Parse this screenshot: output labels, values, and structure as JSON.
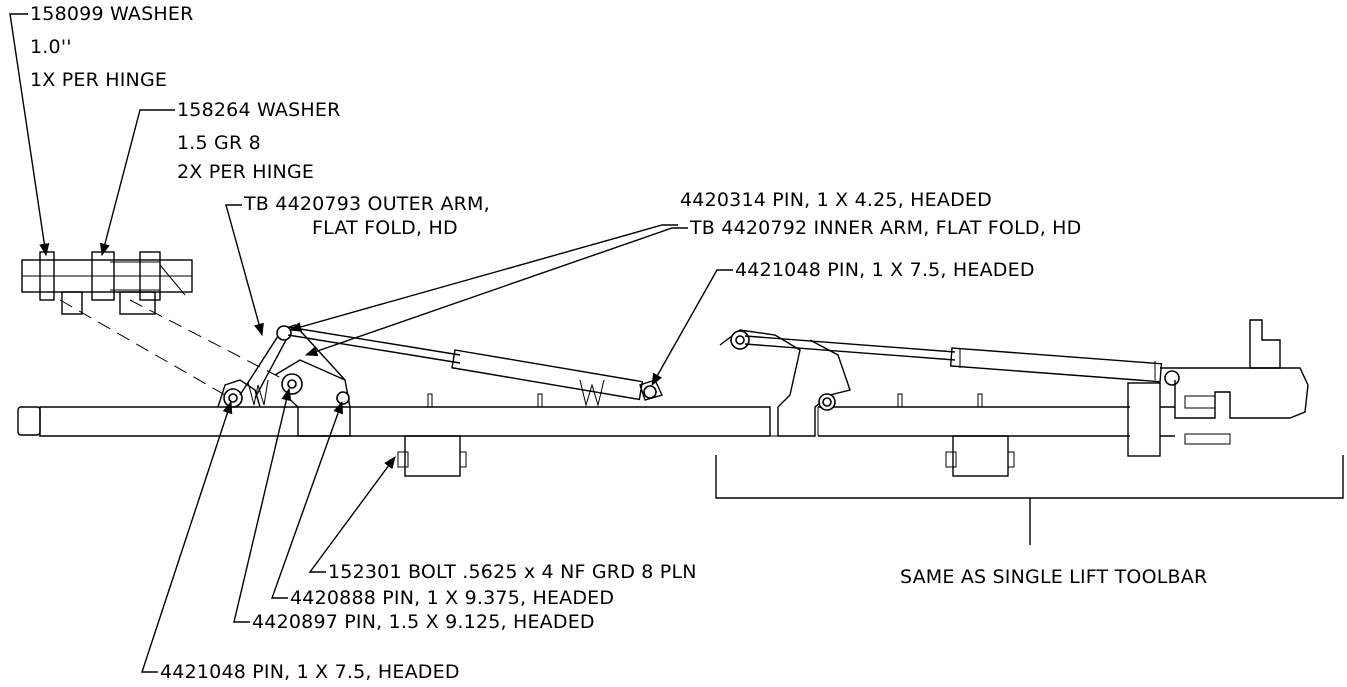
{
  "callouts": {
    "washer_158099": [
      "158099 WASHER",
      "1.0''",
      "1X PER HINGE"
    ],
    "washer_158264": [
      "158264 WASHER",
      "1.5 GR 8",
      "2X PER HINGE"
    ],
    "outer_arm": [
      "TB 4420793 OUTER ARM,",
      "FLAT FOLD, HD"
    ],
    "pin_4420314": "4420314 PIN, 1 X 4.25, HEADED",
    "inner_arm": "TB 4420792 INNER ARM, FLAT FOLD, HD",
    "pin_4421048_top": "4421048 PIN, 1 X 7.5, HEADED",
    "bolt_152301": "152301 BOLT .5625 x 4 NF GRD 8 PLN",
    "pin_4420888": "4420888 PIN, 1 X 9.375, HEADED",
    "pin_4420897": "4420897 PIN, 1.5 X 9.125, HEADED",
    "pin_4421048_bottom": "4421048 PIN, 1 X 7.5, HEADED",
    "same_as": "SAME AS SINGLE LIFT TOOLBAR"
  },
  "colors": {
    "ink": "#000000",
    "background": "#ffffff"
  }
}
